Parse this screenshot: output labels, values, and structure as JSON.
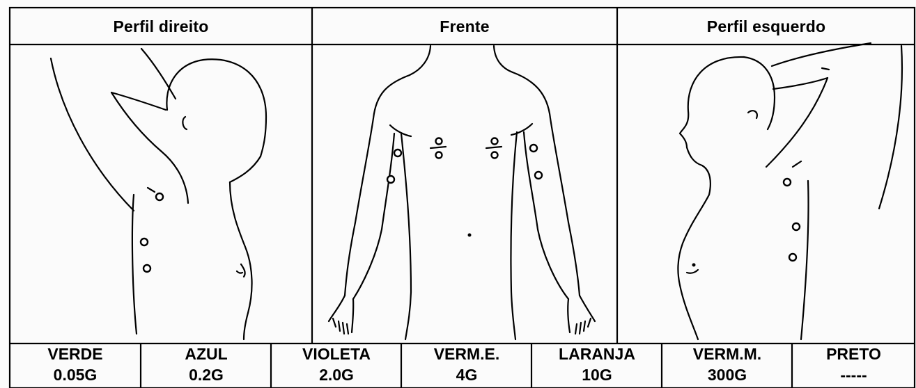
{
  "views": {
    "right_profile": "Perfil direito",
    "front": "Frente",
    "left_profile": "Perfil esquerdo"
  },
  "legend": [
    {
      "color": "VERDE",
      "value": "0.05G"
    },
    {
      "color": "AZUL",
      "value": "0.2G"
    },
    {
      "color": "VIOLETA",
      "value": "2.0G"
    },
    {
      "color": "VERM.E.",
      "value": "4G"
    },
    {
      "color": "LARANJA",
      "value": "10G"
    },
    {
      "color": "VERM.M.",
      "value": "300G"
    },
    {
      "color": "PRETO",
      "value": "-----"
    }
  ],
  "colors": {
    "line": "#000000",
    "background": "#ffffff"
  }
}
